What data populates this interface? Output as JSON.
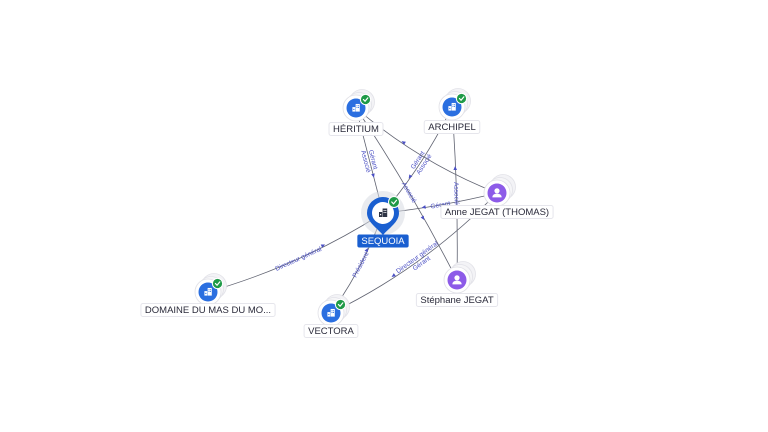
{
  "colors": {
    "company": "#2b6fe0",
    "person": "#8d5be8",
    "check": "#1e9a47",
    "central": "#1a5fd0",
    "edge": "#5f6270",
    "edge_label": "#4a4fc4"
  },
  "icons": {
    "company": "building-icon",
    "person": "person-icon",
    "verified": "check-badge-icon"
  },
  "nodes": [
    {
      "id": "sequoia",
      "label": "SEQUOIA",
      "type": "company",
      "central": true,
      "verified": true
    },
    {
      "id": "heritium",
      "label": "HÉRITIUM",
      "type": "company",
      "verified": true
    },
    {
      "id": "archipel",
      "label": "ARCHIPEL",
      "type": "company",
      "verified": true
    },
    {
      "id": "anne",
      "label": "Anne JEGAT (THOMAS)",
      "type": "person"
    },
    {
      "id": "stephane",
      "label": "Stéphane JEGAT",
      "type": "person"
    },
    {
      "id": "vectora",
      "label": "VECTORA",
      "type": "company",
      "verified": true
    },
    {
      "id": "domaine",
      "label": "DOMAINE DU MAS DU MO...",
      "type": "company",
      "verified": true
    }
  ],
  "edges": [
    {
      "id": "e1",
      "from": "heritium",
      "to": "sequoia",
      "labels": [
        "Gérant",
        "Associé"
      ]
    },
    {
      "id": "e2",
      "from": "archipel",
      "to": "sequoia",
      "labels": [
        "Gérant",
        "Associé"
      ]
    },
    {
      "id": "e3",
      "from": "anne",
      "to": "sequoia",
      "labels": [
        "Gérant"
      ]
    },
    {
      "id": "e4",
      "from": "heritium",
      "to": "stephane",
      "labels": [
        "Associé"
      ]
    },
    {
      "id": "e5",
      "from": "stephane",
      "to": "archipel",
      "labels": [
        "Associé"
      ]
    },
    {
      "id": "e6",
      "from": "anne",
      "to": "heritium",
      "labels": []
    },
    {
      "id": "e7",
      "from": "anne",
      "to": "vectora",
      "labels": [
        "Directeur général",
        "Gérant"
      ]
    },
    {
      "id": "e8",
      "from": "vectora",
      "to": "sequoia",
      "labels": [
        "Président"
      ]
    },
    {
      "id": "e9",
      "from": "domaine",
      "to": "sequoia",
      "labels": [
        "Directeur général"
      ]
    }
  ]
}
